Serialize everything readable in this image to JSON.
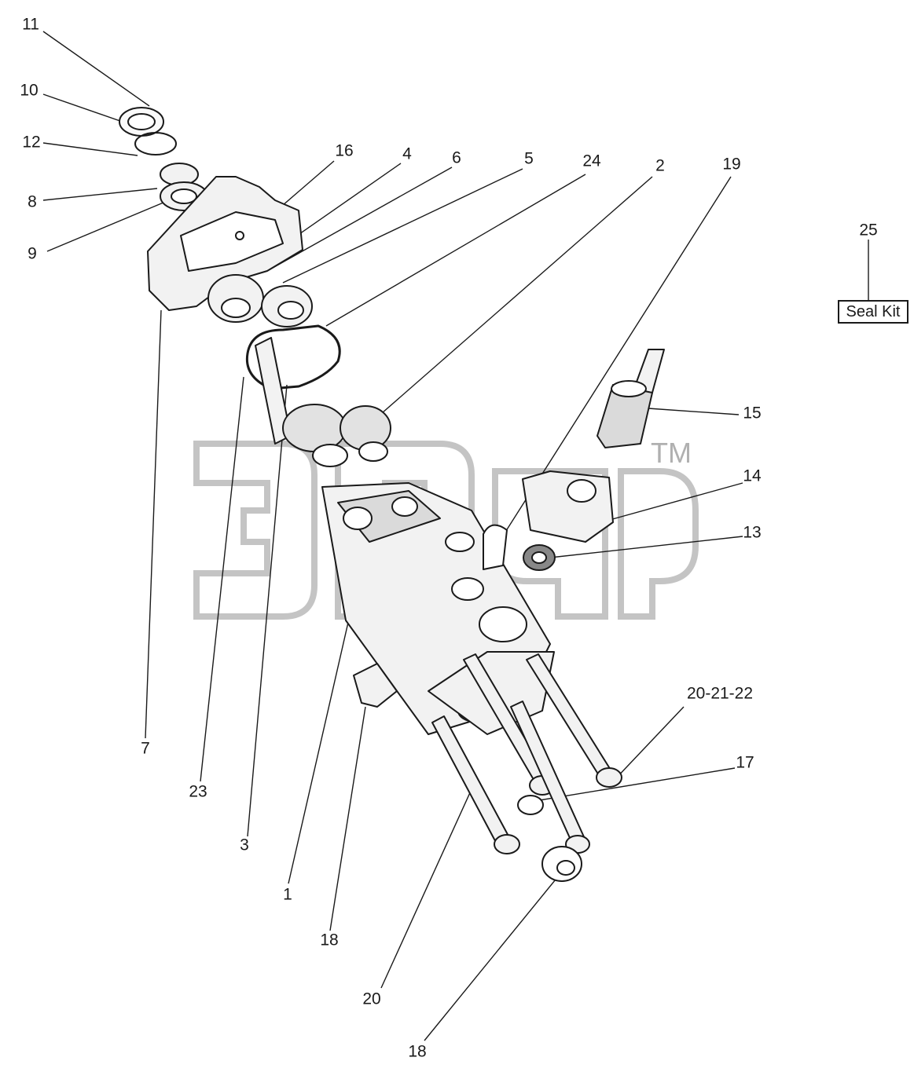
{
  "diagram": {
    "callouts": {
      "c1": "1",
      "c2": "2",
      "c3": "3",
      "c7": "7",
      "c4": "4",
      "c5": "5",
      "c6": "6",
      "c8": "8",
      "c9": "9",
      "c10": "10",
      "c11": "11",
      "c12": "12",
      "c13": "13",
      "c14": "14",
      "c15": "15",
      "c16": "16",
      "c17": "17",
      "c18a": "18",
      "c18b": "18",
      "c19": "19",
      "c20": "20",
      "c20_21_22": "20-21-22",
      "c23": "23",
      "c24": "24",
      "c25": "25"
    },
    "seal_kit_label": "Seal Kit",
    "watermark_tm": "TM"
  },
  "colors": {
    "line": "#1a1a1a",
    "part_fill": "#f2f2f2",
    "watermark": "#c4c4c4"
  }
}
